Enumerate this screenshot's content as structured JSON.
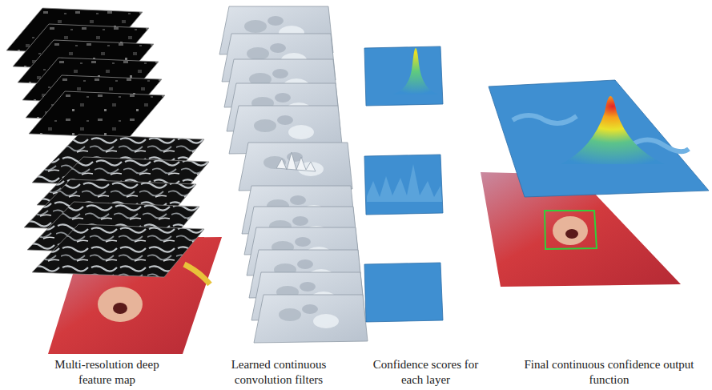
{
  "diagram": {
    "labels": [
      "Multi-resolution deep feature map",
      "Learned continuous convolution filters",
      "Confidence scores for each layer",
      "Final continuous confidence output function"
    ]
  }
}
